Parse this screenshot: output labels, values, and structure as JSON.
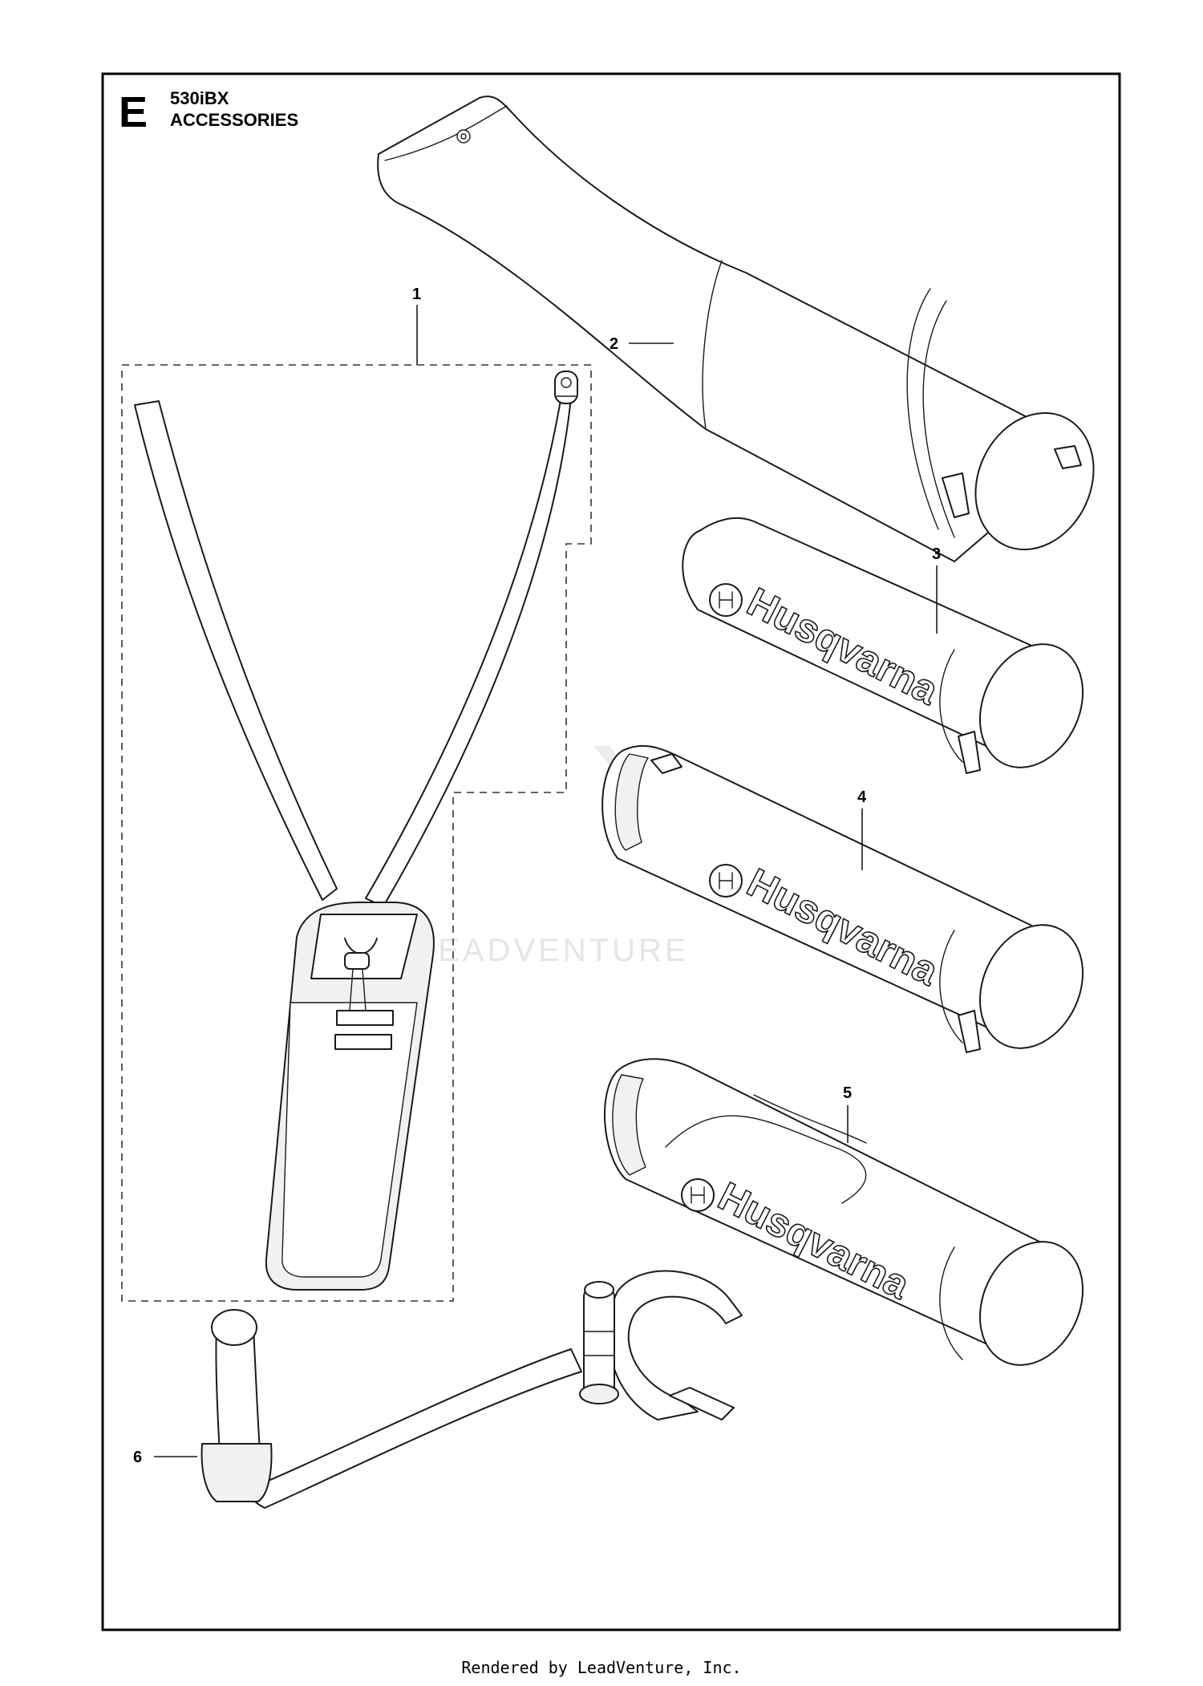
{
  "section": {
    "letter": "E",
    "model": "530iBX",
    "title": "ACCESSORIES"
  },
  "watermark": "LEADVENTURE",
  "brand_text": "Husqvarna",
  "parts": [
    {
      "callout": "1",
      "name": "harness"
    },
    {
      "callout": "2",
      "name": "flat-nozzle"
    },
    {
      "callout": "3",
      "name": "round-nozzle"
    },
    {
      "callout": "4",
      "name": "round-nozzle-long"
    },
    {
      "callout": "5",
      "name": "wide-nozzle"
    },
    {
      "callout": "6",
      "name": "auxiliary-handle"
    }
  ],
  "footer": "Rendered by LeadVenture, Inc."
}
